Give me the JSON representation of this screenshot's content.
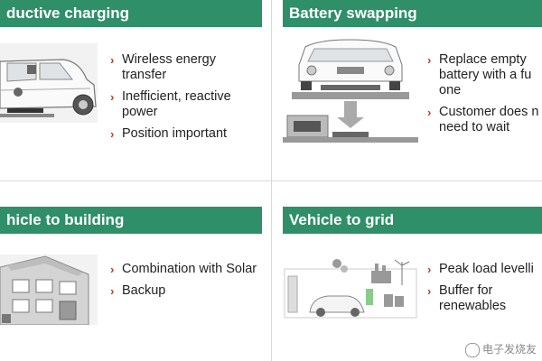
{
  "panels": {
    "inductive": {
      "title": "ductive charging",
      "bullets": [
        "Wireless energy transfer",
        "Inefficient, reactive power",
        "Position important"
      ]
    },
    "swapping": {
      "title": "Battery swapping",
      "bullets": [
        "Replace empty battery with a fu one",
        "Customer does n need to wait"
      ]
    },
    "building": {
      "title": "hicle to building",
      "bullets": [
        "Combination with Solar",
        "Backup"
      ]
    },
    "grid": {
      "title": "Vehicle to grid",
      "bullets": [
        "Peak load levelli",
        "Buffer for renewables"
      ]
    }
  },
  "watermark": "电子发烧友",
  "colors": {
    "header": "#2f8f69",
    "bullet_arrow": "#c0392b"
  },
  "icons": {
    "bullet": "›"
  }
}
